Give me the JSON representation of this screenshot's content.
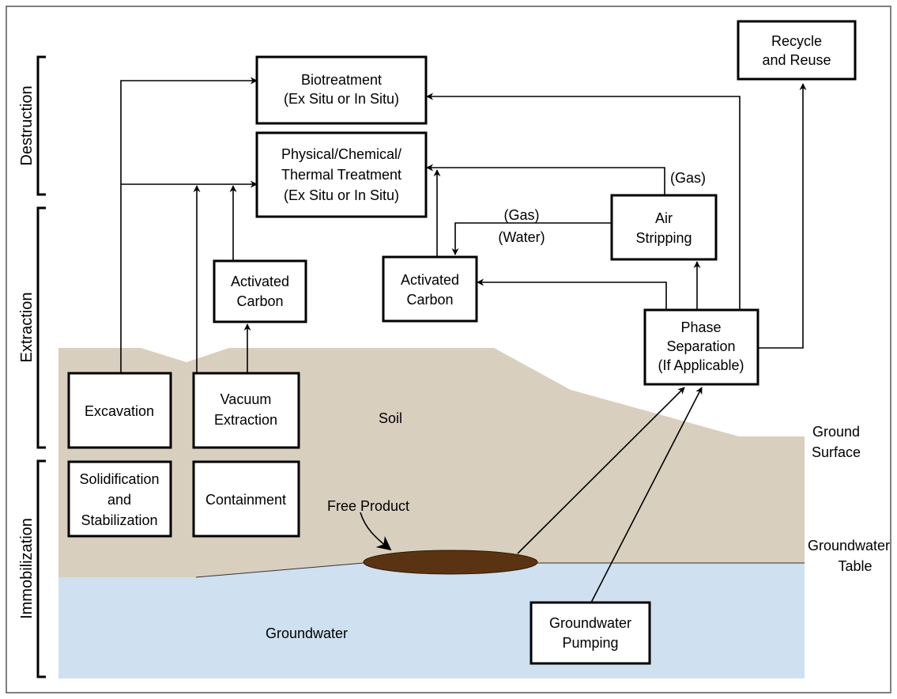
{
  "colors": {
    "soil": "#d9cfbf",
    "groundwater": "#cfe0f0",
    "free_product": "#5a3412",
    "line": "#000000",
    "box_fill": "#ffffff"
  },
  "side_labels": {
    "destruction": "Destruction",
    "extraction": "Extraction",
    "immobilization": "Immobilization"
  },
  "boxes": {
    "recycle": [
      "Recycle",
      "and Reuse"
    ],
    "biotreatment": [
      "Biotreatment",
      "(Ex Situ or In Situ)"
    ],
    "physchem": [
      "Physical/Chemical/",
      "Thermal Treatment",
      "(Ex Situ or In Situ)"
    ],
    "air_stripping": [
      "Air",
      "Stripping"
    ],
    "carbon_left": [
      "Activated",
      "Carbon"
    ],
    "carbon_mid": [
      "Activated",
      "Carbon"
    ],
    "phase_sep": [
      "Phase",
      "Separation",
      "(If Applicable)"
    ],
    "excavation": [
      "Excavation"
    ],
    "vacuum": [
      "Vacuum",
      "Extraction"
    ],
    "solidification": [
      "Solidification",
      "and",
      "Stabilization"
    ],
    "containment": [
      "Containment"
    ],
    "gw_pumping": [
      "Groundwater",
      "Pumping"
    ]
  },
  "labels": {
    "gas_top": "(Gas)",
    "gas_mid": "(Gas)",
    "water_mid": "(Water)",
    "soil": "Soil",
    "free_product": "Free Product",
    "groundwater": "Groundwater",
    "ground_surface": [
      "Ground",
      "Surface"
    ],
    "gw_table": [
      "Groundwater",
      "Table"
    ]
  }
}
